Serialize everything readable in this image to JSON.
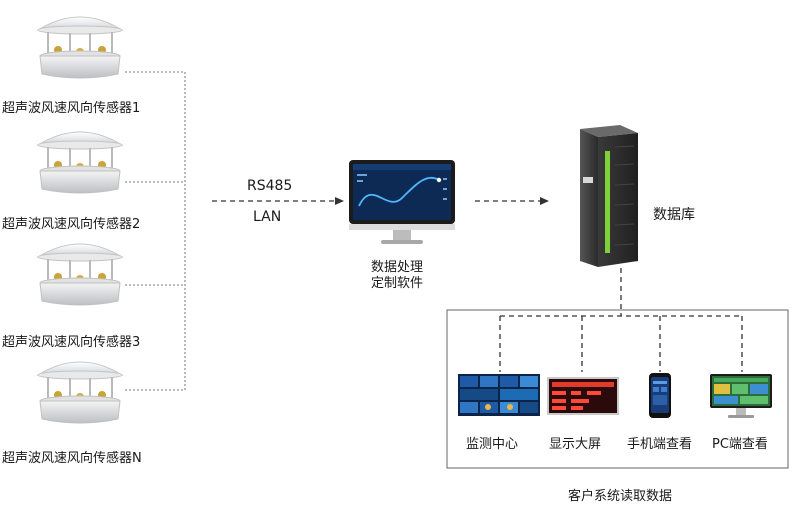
{
  "sensors": [
    {
      "label": "超声波风速风向传感器1"
    },
    {
      "label": "超声波风速风向传感器2"
    },
    {
      "label": "超声波风速风向传感器3"
    },
    {
      "label": "超声波风速风向传感器N"
    }
  ],
  "link": {
    "protocol_1": "RS485",
    "protocol_2": "LAN"
  },
  "software": {
    "line_1": "数据处理",
    "line_2": "定制软件"
  },
  "database": {
    "label": "数据库"
  },
  "clients": [
    {
      "label": "监测中心",
      "icon": "monitoring-center-icon"
    },
    {
      "label": "显示大屏",
      "icon": "led-display-icon"
    },
    {
      "label": "手机端查看",
      "icon": "mobile-phone-icon"
    },
    {
      "label": "PC端查看",
      "icon": "pc-monitor-icon"
    }
  ],
  "client_group": {
    "title": "客户系统读取数据"
  },
  "colors": {
    "line": "#555555",
    "server_accent": "#7fd13b",
    "screen_bg": "#0d2a55"
  }
}
